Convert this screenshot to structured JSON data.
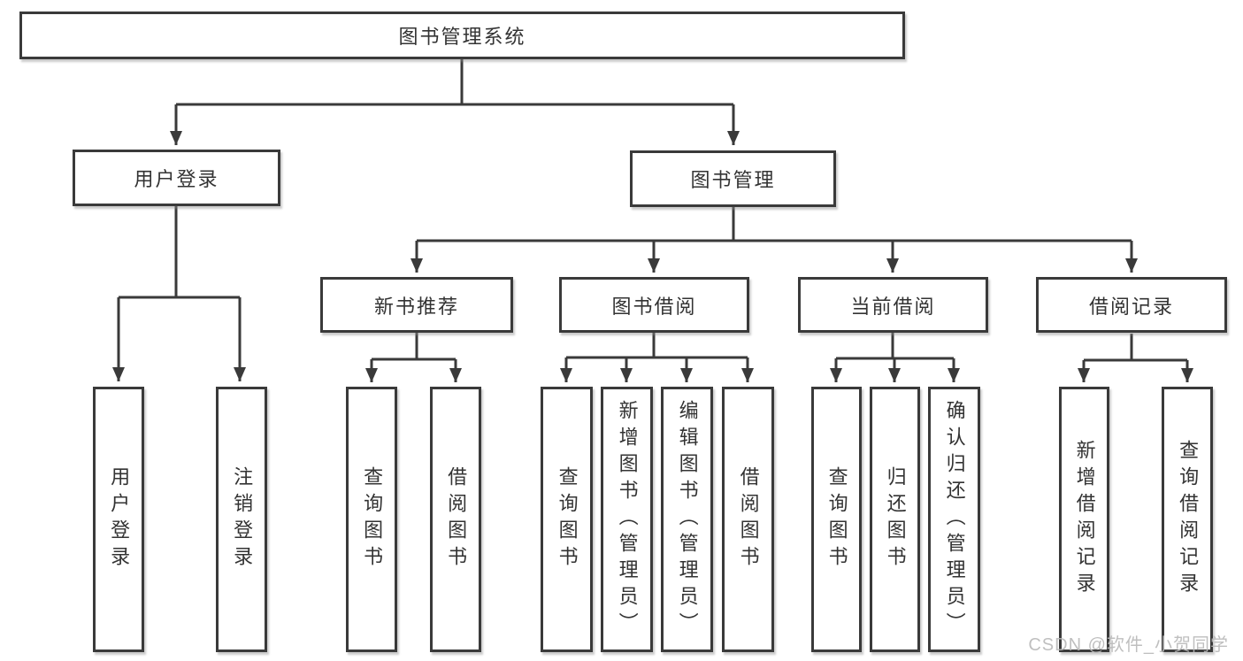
{
  "diagram": {
    "root": {
      "label": "图书管理系统"
    },
    "branches": [
      {
        "label": "用户登录",
        "leaves": [
          {
            "label": "用户登录"
          },
          {
            "label": "注销登录"
          }
        ]
      },
      {
        "label": "图书管理",
        "groups": [
          {
            "label": "新书推荐",
            "leaves": [
              {
                "label": "查询图书"
              },
              {
                "label": "借阅图书"
              }
            ]
          },
          {
            "label": "图书借阅",
            "leaves": [
              {
                "label": "查询图书"
              },
              {
                "label": "新增图书（管理员）"
              },
              {
                "label": "编辑图书（管理员）"
              },
              {
                "label": "借阅图书"
              }
            ]
          },
          {
            "label": "当前借阅",
            "leaves": [
              {
                "label": "查询图书"
              },
              {
                "label": "归还图书"
              },
              {
                "label": "确认归还（管理员）"
              }
            ]
          },
          {
            "label": "借阅记录",
            "leaves": [
              {
                "label": "新增借阅记录"
              },
              {
                "label": "查询借阅记录"
              }
            ]
          }
        ]
      }
    ]
  },
  "watermark": "CSDN @软件_小贺同学",
  "colors": {
    "line": "#3a3a3a",
    "box_border": "#3a3a3a",
    "text": "#333333",
    "watermark": "#b9b9b9",
    "background": "#ffffff"
  }
}
